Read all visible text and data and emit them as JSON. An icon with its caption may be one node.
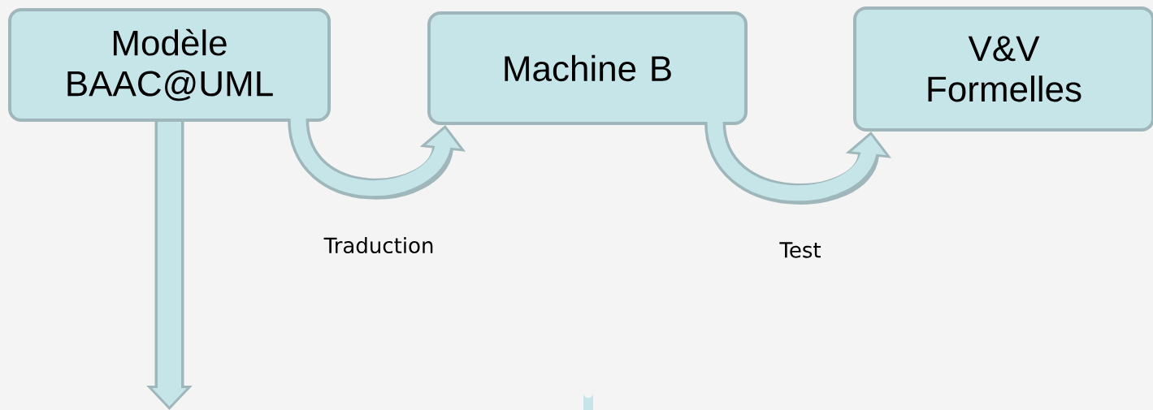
{
  "diagram": {
    "nodes": [
      {
        "text": [
          "Modèle BAAC@UML"
        ]
      },
      {
        "text": [
          "Machine B"
        ]
      },
      {
        "text": [
          "V&V Formelles"
        ]
      }
    ],
    "edges": [
      {
        "from": 0,
        "to": 1,
        "arrow": "to",
        "label": "Traduction"
      },
      {
        "from": 1,
        "to": 2,
        "arrow": "to",
        "label": "Test"
      },
      {
        "from": 0,
        "to": null,
        "arrow": "to"
      }
    ]
  }
}
